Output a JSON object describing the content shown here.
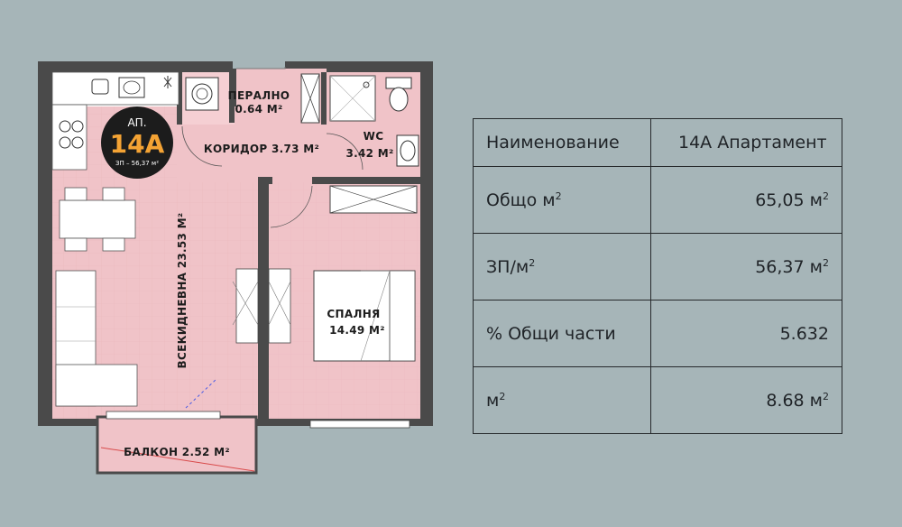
{
  "plan": {
    "badge": {
      "prefix": "АП.",
      "number": "14А",
      "caption": "ЗП – 56,37 м²"
    },
    "rooms": {
      "laundry_name": "ПЕРАЛНО",
      "laundry_area": "0.64 М²",
      "corridor": "КОРИДОР 3.73 М²",
      "wc_name": "WC",
      "wc_area": "3.42 М²",
      "living": "ВСЕКИДНЕВНА 23.53 М²",
      "bedroom_name": "СПАЛНЯ",
      "bedroom_area": "14.49 М²",
      "balcony": "БАЛКОН  2.52 М²"
    },
    "colors": {
      "floor_pink": "#f0c3c8",
      "wall": "#4a4a4a",
      "badge_bg": "#1c1c1c",
      "badge_accent": "#f4a334"
    }
  },
  "table": {
    "rows": [
      {
        "label": "Наименование",
        "label_sup": "",
        "value": "14А Апартамент",
        "value_sup": ""
      },
      {
        "label": "Общо м",
        "label_sup": "2",
        "value": "65,05 м",
        "value_sup": "2"
      },
      {
        "label": "ЗП/м",
        "label_sup": "2",
        "value": "56,37 м",
        "value_sup": "2"
      },
      {
        "label": "% Общи части",
        "label_sup": "",
        "value": "5.632",
        "value_sup": ""
      },
      {
        "label": "м",
        "label_sup": "2",
        "value": "8.68 м",
        "value_sup": "2"
      }
    ]
  }
}
